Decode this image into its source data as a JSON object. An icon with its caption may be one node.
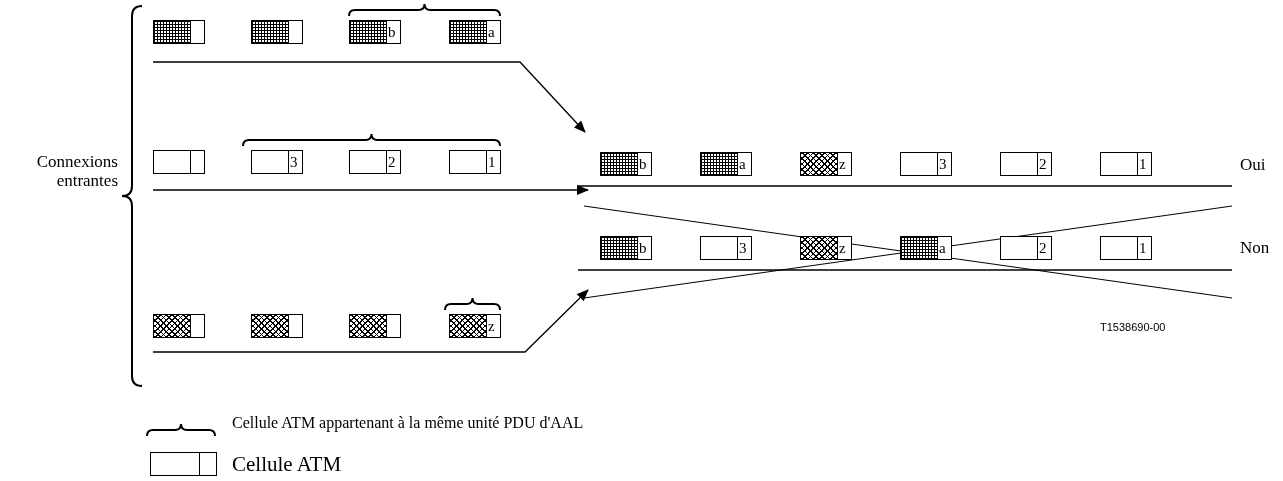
{
  "diagram": {
    "nodes": [
      {
        "text": [],
        "shape": "box"
      },
      {
        "text": [],
        "shape": "box"
      },
      {
        "text": [
          "b"
        ]
      },
      {
        "text": [
          "a"
        ]
      },
      {
        "text": [],
        "shape": "box"
      },
      {
        "text": [
          "3"
        ]
      },
      {
        "text": [
          "2"
        ]
      },
      {
        "text": [
          "1"
        ]
      },
      {
        "text": [],
        "shape": "box"
      },
      {
        "text": [],
        "shape": "box"
      },
      {
        "text": [],
        "shape": "box"
      },
      {
        "text": [
          "z"
        ]
      },
      {
        "text": [
          "b"
        ]
      },
      {
        "text": [
          "a"
        ]
      },
      {
        "text": [
          "z"
        ]
      },
      {
        "text": [
          "3"
        ]
      },
      {
        "text": [
          "2"
        ]
      },
      {
        "text": [
          "1"
        ]
      },
      {
        "text": [
          "b"
        ]
      },
      {
        "text": [
          "3"
        ]
      },
      {
        "text": [
          "z"
        ]
      },
      {
        "text": [
          "a"
        ]
      },
      {
        "text": [
          "2"
        ]
      },
      {
        "text": [
          "1"
        ]
      }
    ],
    "edges": [],
    "labels": [
      "Connexions entrantes",
      "Oui",
      "Non",
      "T1538690-00"
    ],
    "legend": [
      {
        "text": "Cellule ATM appartenant à la même unité PDU d'AAL"
      },
      {
        "text": "Cellule ATM"
      }
    ]
  }
}
